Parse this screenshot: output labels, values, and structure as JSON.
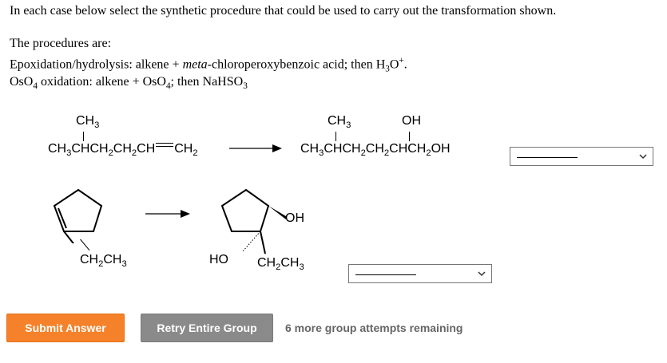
{
  "instructions": "In each case below select the synthetic procedure that could be used to carry out the transformation shown.",
  "procedures_heading": "The procedures are:",
  "procedure_1": {
    "name": "Epoxidation/hydrolysis:",
    "text_a": " alkene + ",
    "reagent_italic": "meta",
    "text_b": "-chloroperoxybenzoic acid; then H",
    "sub_3": "3",
    "o": "O",
    "sup_plus": "+",
    "end": "."
  },
  "procedure_2": {
    "os": "OsO",
    "sub_4a": "4",
    "text_a": " oxidation: alkene + OsO",
    "sub_4b": "4",
    "text_b": "; then NaHSO",
    "sub_3": "3"
  },
  "reaction_1": {
    "reactant_methyl": "CH",
    "reactant_methyl_sub": "3",
    "reactant_chain": "CH3CHCH2CH2CH=CH2",
    "product_methyl": "CH",
    "product_methyl_sub": "3",
    "product_oh": "OH",
    "product_chain": "CH3CHCH2CH2CHCH2OH"
  },
  "reaction_2": {
    "reactant_substituent": "CH2CH3",
    "product_oh_right": "OH",
    "product_oh_left": "HO",
    "product_substituent": "CH2CH3"
  },
  "dropdown_1": {
    "selected": ""
  },
  "dropdown_2": {
    "selected": ""
  },
  "buttons": {
    "submit": "Submit Answer",
    "retry": "Retry Entire Group"
  },
  "attempts_text": "6 more group attempts remaining",
  "colors": {
    "submit_bg": "#f5822a",
    "retry_bg": "#8a8a8a",
    "attempts_text": "#666666"
  }
}
